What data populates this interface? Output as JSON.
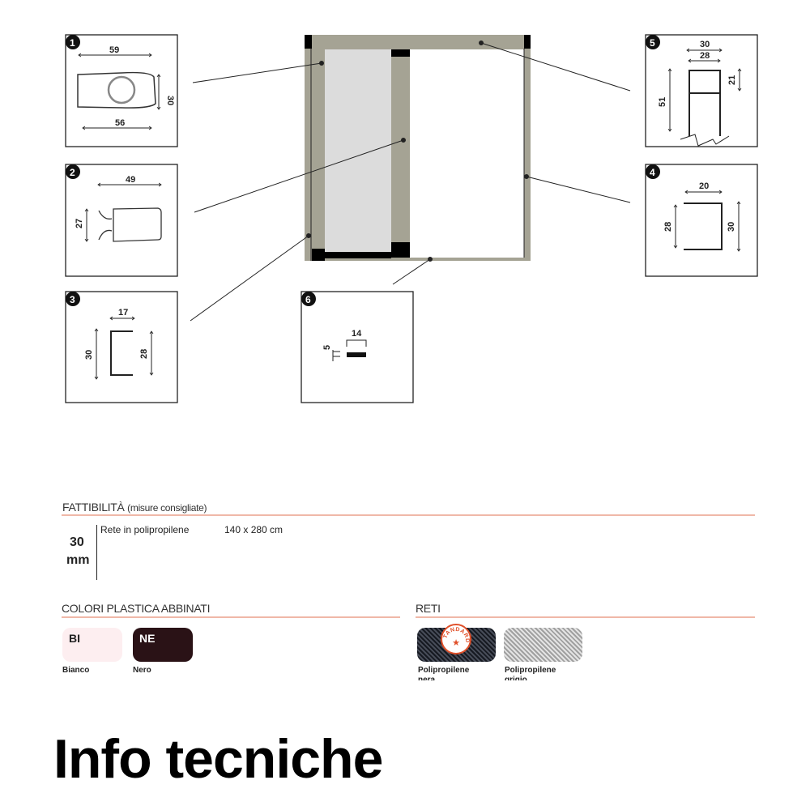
{
  "profiles": [
    {
      "number": "1",
      "dims": [
        "59",
        "56",
        "30"
      ]
    },
    {
      "number": "2",
      "dims": [
        "49",
        "27"
      ]
    },
    {
      "number": "3",
      "dims": [
        "17",
        "30",
        "28"
      ]
    },
    {
      "number": "4",
      "dims": [
        "20",
        "28",
        "30"
      ]
    },
    {
      "number": "5",
      "dims": [
        "30",
        "28",
        "51",
        "21"
      ]
    },
    {
      "number": "6",
      "dims": [
        "14",
        "5"
      ]
    }
  ],
  "fattibilita": {
    "title": "FATTIBILITÀ",
    "subtitle": "(misure consigliate)",
    "size_value": "30",
    "size_unit": "mm",
    "rows": [
      {
        "label": "Rete in polipropilene",
        "value": "140 x 280 cm"
      }
    ]
  },
  "colori": {
    "title": "COLORI PLASTICA ABBINATI",
    "items": [
      {
        "code": "BI",
        "name": "Bianco",
        "color": "#fdeef0"
      },
      {
        "code": "NE",
        "name": "Nero",
        "color": "#2a1216"
      }
    ]
  },
  "reti": {
    "title": "RETI",
    "badge": "STANDARD",
    "items": [
      {
        "name": "Polipropilene",
        "name2": "nera",
        "color": "#5a5f6a"
      },
      {
        "name": "Polipropilene",
        "name2": "grigio",
        "color": "#b8b8b8"
      }
    ]
  },
  "footer": {
    "title": "Info tecniche"
  }
}
